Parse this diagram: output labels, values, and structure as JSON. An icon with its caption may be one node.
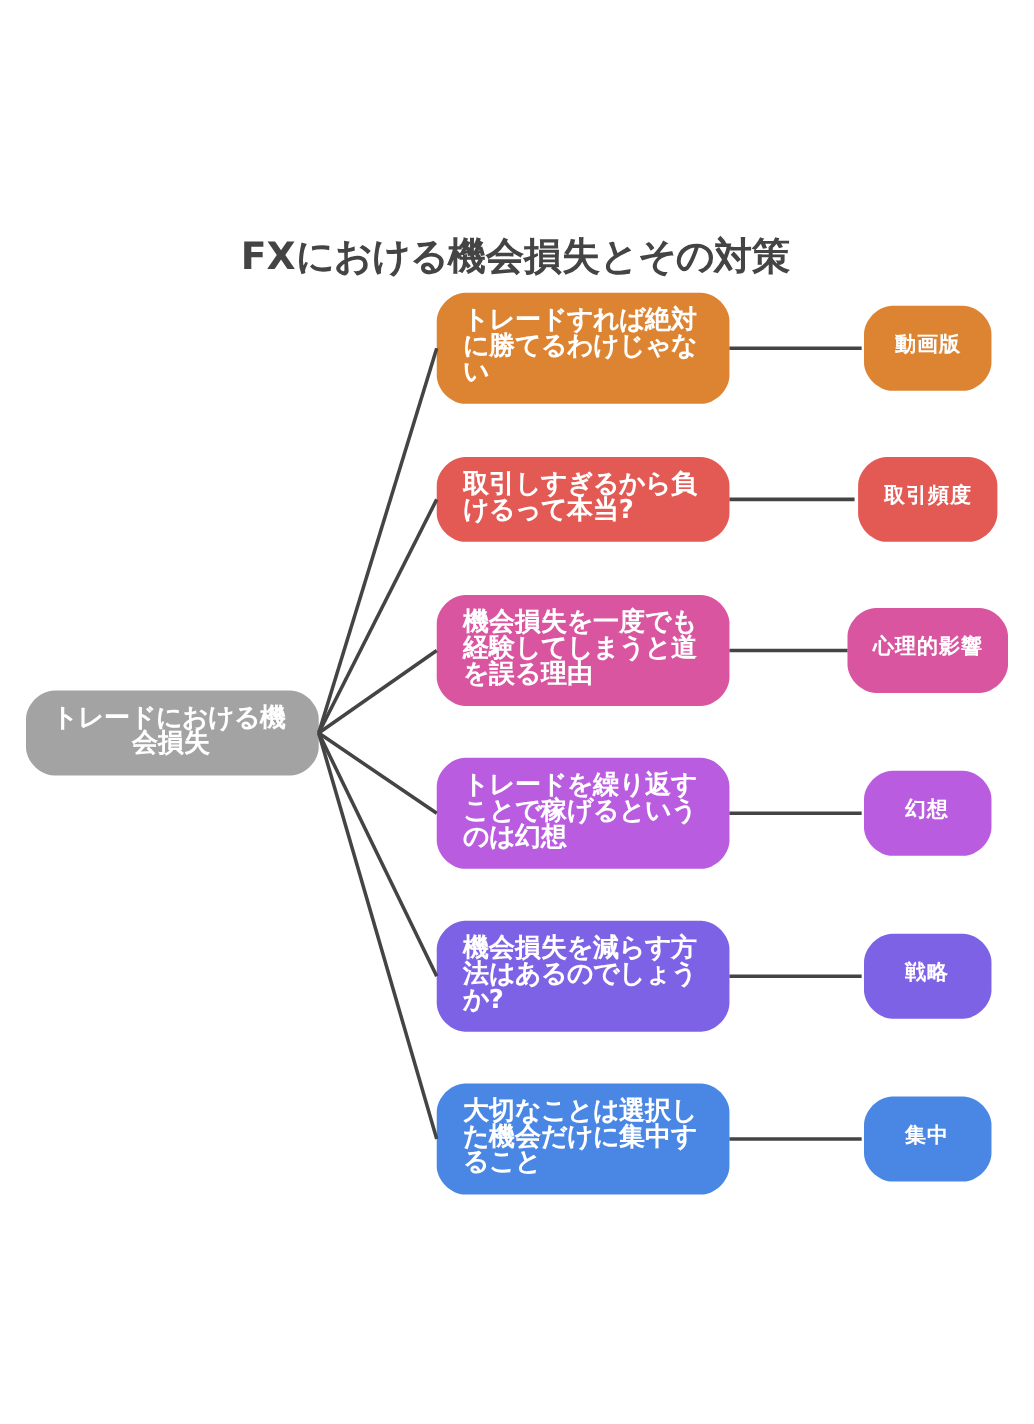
{
  "diagram": {
    "title": "FXにおける機会損失とその対策",
    "nodes": [
      {
        "text": [
          "トレードにおける機会損失"
        ]
      },
      {
        "text": [
          "トレードすれば絶対に勝てるわけじゃない"
        ]
      },
      {
        "text": [
          "動画版"
        ]
      },
      {
        "text": [
          "取引しすぎるから負けるって本当?"
        ]
      },
      {
        "text": [
          "取引頻度"
        ]
      },
      {
        "text": [
          "機会損失を一度でも経験してしまうと道を誤る理由"
        ]
      },
      {
        "text": [
          "心理的影響"
        ]
      },
      {
        "text": [
          "トレードを繰り返すことで稼げるというのは幻想"
        ]
      },
      {
        "text": [
          "幻想"
        ]
      },
      {
        "text": [
          "機会損失を減らす方法はあるのでしょうか?"
        ]
      },
      {
        "text": [
          "戦略"
        ]
      },
      {
        "text": [
          "大切なことは選択した機会だけに集中すること"
        ]
      },
      {
        "text": [
          "集中"
        ]
      }
    ],
    "edges": [
      {
        "from": 0,
        "to": 1,
        "arrow": "none"
      },
      {
        "from": 0,
        "to": 3,
        "arrow": "none"
      },
      {
        "from": 0,
        "to": 5,
        "arrow": "none"
      },
      {
        "from": 0,
        "to": 7,
        "arrow": "none"
      },
      {
        "from": 0,
        "to": 9,
        "arrow": "none"
      },
      {
        "from": 0,
        "to": 11,
        "arrow": "none"
      },
      {
        "from": 1,
        "to": 2,
        "arrow": "none"
      },
      {
        "from": 3,
        "to": 4,
        "arrow": "none"
      },
      {
        "from": 5,
        "to": 6,
        "arrow": "none"
      },
      {
        "from": 7,
        "to": 8,
        "arrow": "none"
      },
      {
        "from": 9,
        "to": 10,
        "arrow": "none"
      },
      {
        "from": 11,
        "to": 12,
        "arrow": "none"
      }
    ]
  }
}
